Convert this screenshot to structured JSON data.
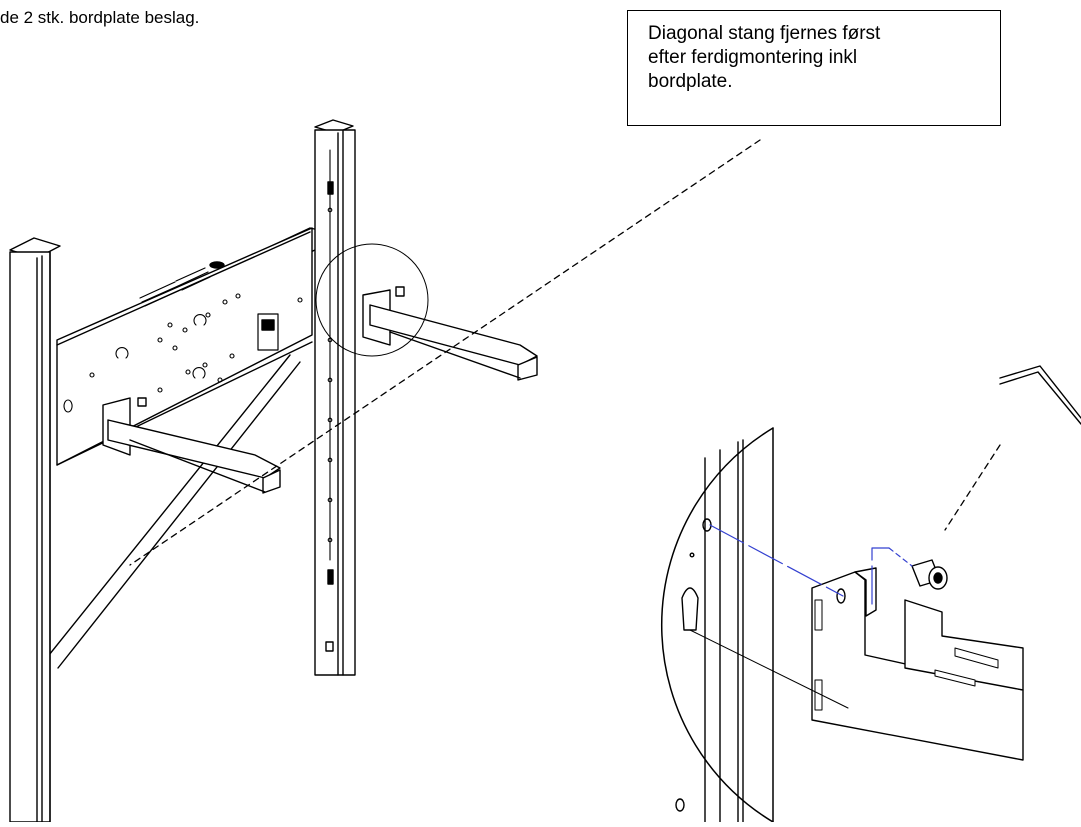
{
  "caption": "de 2 stk. bordplate beslag.",
  "note": {
    "lines": [
      "Diagonal stang fjernes først",
      "efter ferdigmontering inkl",
      "bordplate."
    ]
  },
  "colors": {
    "line": "#000000",
    "guide": "#3340d0",
    "background": "#ffffff"
  }
}
